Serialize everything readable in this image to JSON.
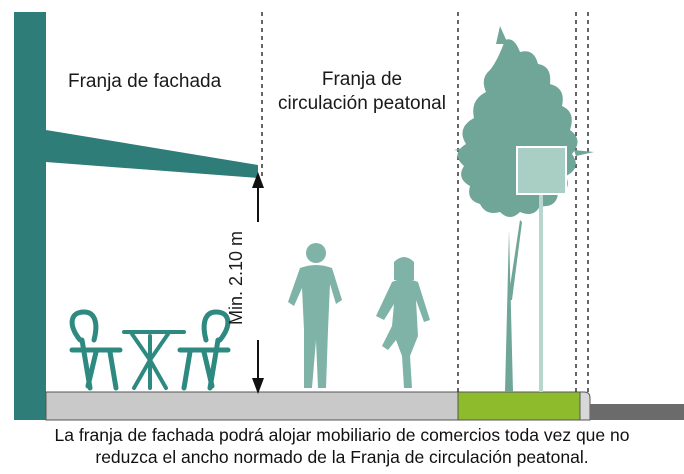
{
  "labels": {
    "facade_strip": "Franja de fachada",
    "circulation_strip_line1": "Franja de",
    "circulation_strip_line2": "circulación peatonal",
    "min_height": "Min. 2.10 m"
  },
  "caption": {
    "line1": "La franja de fachada podrá alojar mobiliario de comercios toda vez que no",
    "line2": "reduzca el ancho normado de la Franja de circulación peatonal."
  },
  "colors": {
    "teal": "#2e7d79",
    "figure": "#7fb3a8",
    "tree": "#6fa697",
    "sign": "#a9cfc5",
    "sidewalk": "#c9c9c9",
    "planter": "#8dbb2c",
    "road": "#6b6b6b"
  }
}
